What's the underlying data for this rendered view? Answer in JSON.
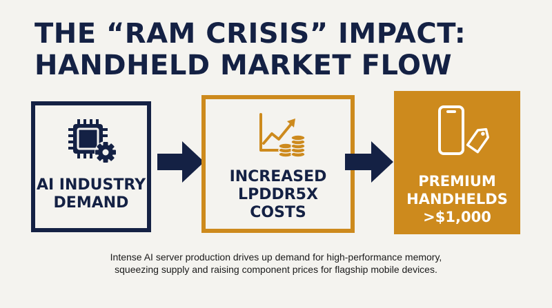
{
  "title": {
    "line1": "THE “RAM CRISIS” IMPACT:",
    "line2": "HANDHELD MARKET FLOW"
  },
  "flow": {
    "step1": {
      "label": "AI INDUSTRY\nDEMAND",
      "icon": "cpu-gear-icon"
    },
    "step2": {
      "label": "INCREASED\nLPDDR5X\nCOSTS",
      "icon": "rising-chart-coins-icon"
    },
    "step3": {
      "label": "PREMIUM\nHANDHELDS\n>$1,000",
      "icon": "smartphone-price-tag-icon"
    }
  },
  "caption": {
    "line1": "Intense AI server production drives up demand for high-performance memory,",
    "line2": "squeezing supply and raising component prices for flagship mobile devices."
  },
  "colors": {
    "navy": "#142144",
    "gold": "#cd8a1d",
    "background": "#f4f3ef"
  }
}
